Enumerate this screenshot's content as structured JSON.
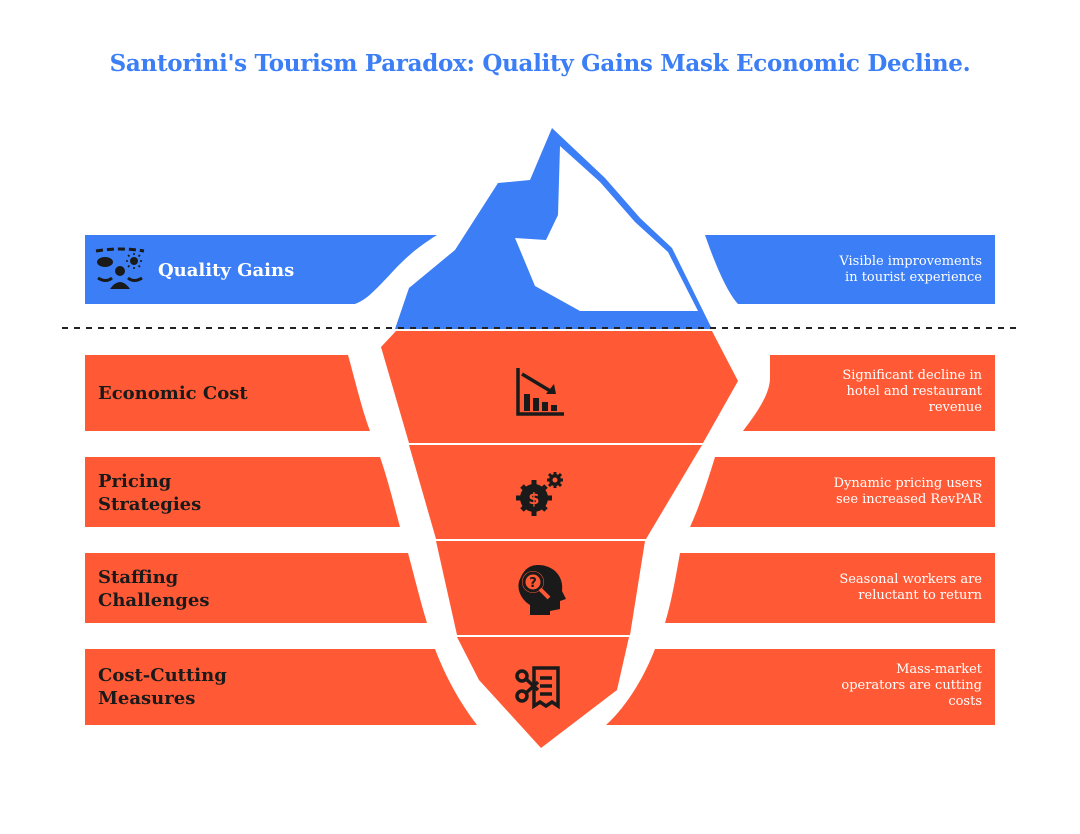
{
  "title": "Santorini's Tourism Paradox: Quality Gains Mask Economic Decline.",
  "colors": {
    "accent_blue": "#3b7ef5",
    "accent_orange": "#ff5a35",
    "text_dark": "#1a1a1a"
  },
  "above_water": {
    "label": "Quality Gains",
    "description": "Visible improvements\nin tourist experience",
    "icon": "tourist-experience-icon"
  },
  "layers": [
    {
      "label": "Economic Cost",
      "description": "Significant decline in\nhotel and restaurant\nrevenue",
      "icon": "declining-chart-icon"
    },
    {
      "label": "Pricing\nStrategies",
      "description": "Dynamic pricing users\nsee increased RevPAR",
      "icon": "dollar-gears-icon"
    },
    {
      "label": "Staffing\nChallenges",
      "description": "Seasonal workers are\nreluctant to return",
      "icon": "question-head-icon"
    },
    {
      "label": "Cost-Cutting\nMeasures",
      "description": "Mass-market\noperators are cutting\ncosts",
      "icon": "scissors-receipt-icon"
    }
  ]
}
